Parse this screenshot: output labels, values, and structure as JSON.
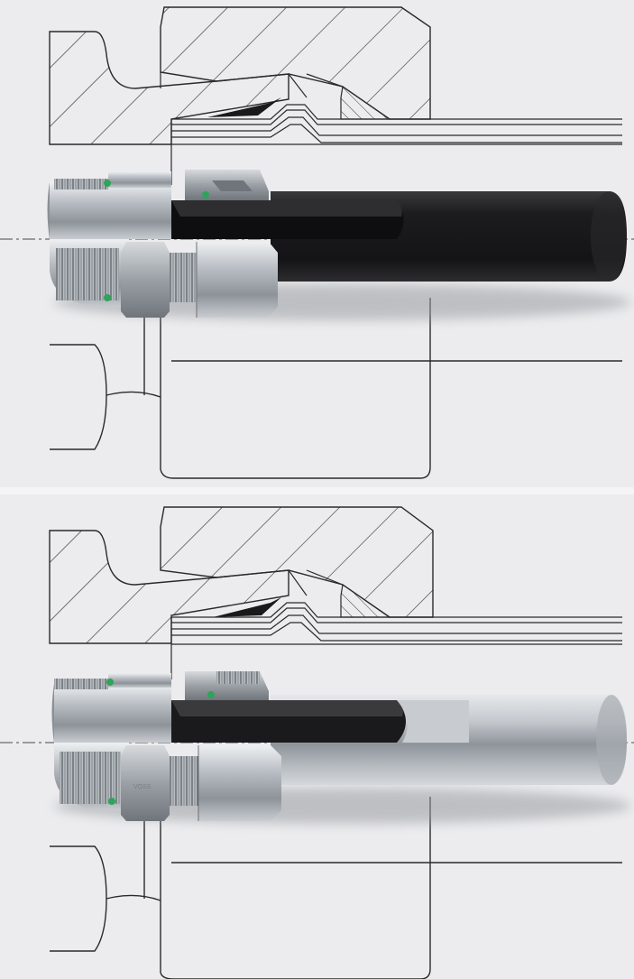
{
  "figure": {
    "panels": [
      {
        "id": "top",
        "tube_material": "dark",
        "tube_color": "#232325"
      },
      {
        "id": "bottom",
        "tube_material": "metal",
        "tube_color": "#b8bcc1"
      }
    ],
    "bottom_panel": {
      "fitting_marking": "VOSS"
    },
    "colors": {
      "background": "#ececee",
      "line_art": "#2a2a2a",
      "steel": "#a9aeb4",
      "seal_ring": "#2fa35a",
      "centerline": "#4a4a4a"
    },
    "icons": [
      "hatched-section-icon",
      "hex-nut-icon",
      "threaded-body-icon",
      "seal-ring-icon"
    ]
  }
}
